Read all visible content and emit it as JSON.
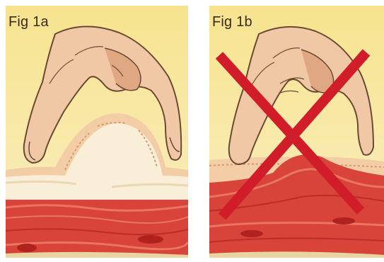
{
  "figures": [
    {
      "label": "Fig 1a",
      "depiction": "correct-skin-pinch",
      "colors": {
        "background": "#f7e9a0",
        "hand": "#f1c8a6",
        "skin_fold": "#f6ddc0",
        "fat_layer": "#f9eed6",
        "muscle": "#d8433a",
        "muscle_stripe": "#e56b5c"
      }
    },
    {
      "label": "Fig 1b",
      "depiction": "incorrect-pinch-includes-muscle",
      "marker_icon": "red-cross-icon",
      "colors": {
        "background": "#f7e9a0",
        "hand": "#f1c8a6",
        "muscle": "#d8433a",
        "cross": "#d11c2a"
      }
    }
  ]
}
